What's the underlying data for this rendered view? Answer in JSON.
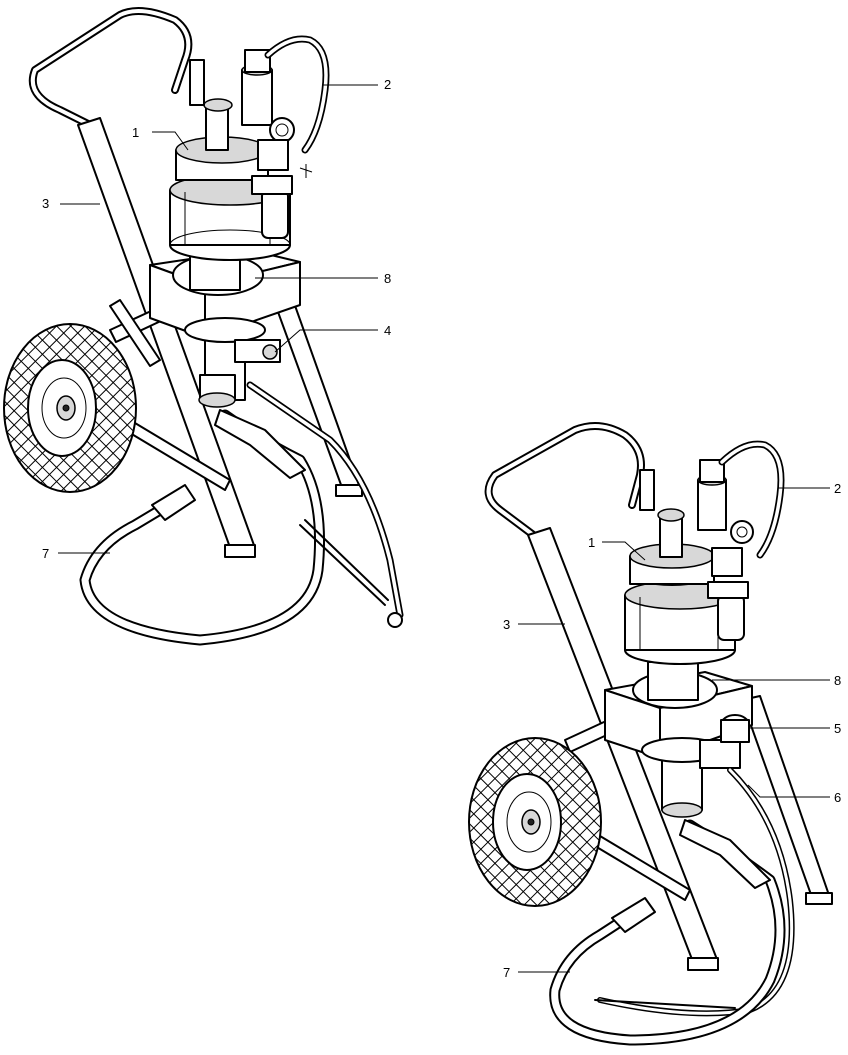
{
  "diagram": {
    "units": [
      {
        "id": "upper-left",
        "callouts": [
          {
            "label": "1"
          },
          {
            "label": "2"
          },
          {
            "label": "3"
          },
          {
            "label": "8"
          },
          {
            "label": "4"
          },
          {
            "label": "7"
          }
        ]
      },
      {
        "id": "lower-right",
        "callouts": [
          {
            "label": "1"
          },
          {
            "label": "2"
          },
          {
            "label": "3"
          },
          {
            "label": "8"
          },
          {
            "label": "5"
          },
          {
            "label": "6"
          },
          {
            "label": "7"
          }
        ]
      }
    ]
  }
}
